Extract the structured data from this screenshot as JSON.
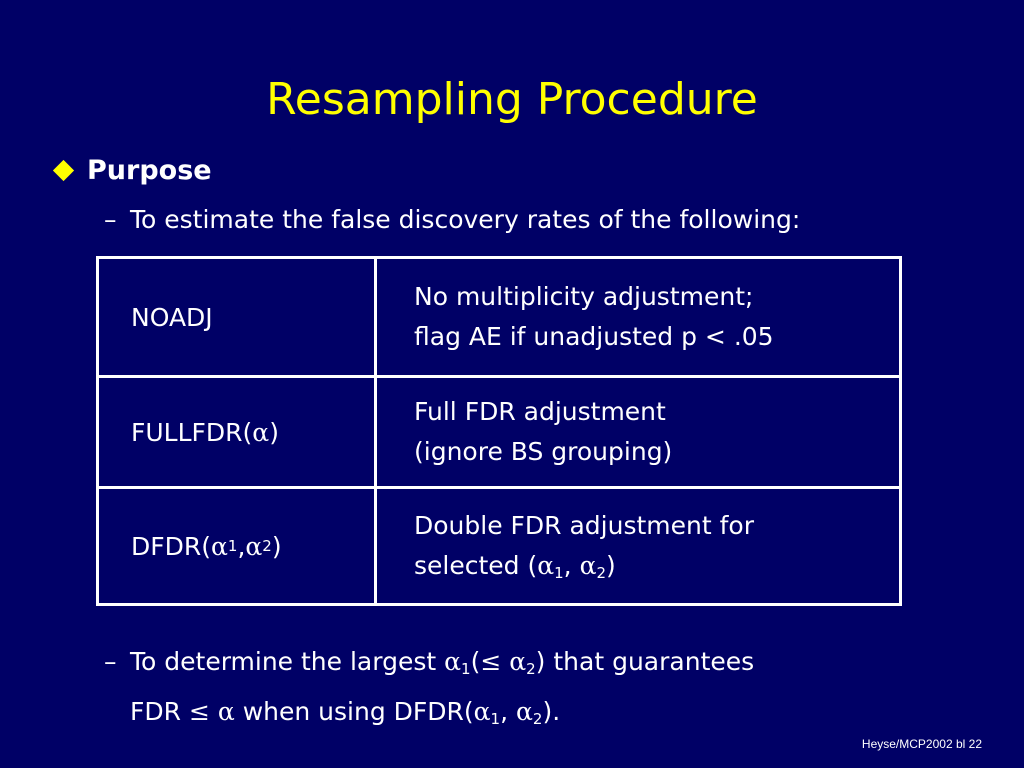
{
  "slide": {
    "title": "Resampling Procedure",
    "bullet": "Purpose",
    "dash1": "To estimate the false discovery rates of the following:",
    "dash2": {
      "part1": "To determine the largest ",
      "a": "α",
      "sub1": "1",
      "part2": "(",
      "leq": "≤",
      "sub2": "2",
      "part3": ") that guarantees",
      "line2_part1": "FDR ",
      "line2_part2": " when using DFDR(",
      "comma": ", ",
      "line2_end": ")."
    },
    "footer": "Heyse/MCP2002 bl  22"
  },
  "table": {
    "rows": [
      {
        "method": "NOADJ",
        "desc_line1": "No multiplicity adjustment;",
        "desc_line2": "flag AE if unadjusted p < .05"
      },
      {
        "method_prefix": "FULLFDR(",
        "method_alpha": "α",
        "method_suffix": ")",
        "desc_line1": "Full FDR adjustment",
        "desc_line2": "(ignore BS grouping)"
      },
      {
        "method_prefix": "DFDR(",
        "method_alpha": "α",
        "method_sub1": "1",
        "method_comma": ", ",
        "method_sub2": "2",
        "method_suffix": ")",
        "desc_line1": "Double FDR adjustment for",
        "desc_line2_prefix": "selected (",
        "desc_line2_suffix": ")"
      }
    ]
  },
  "colors": {
    "background": "#000066",
    "title": "#ffff00",
    "bullet": "#ffff00",
    "text": "#ffffff"
  }
}
